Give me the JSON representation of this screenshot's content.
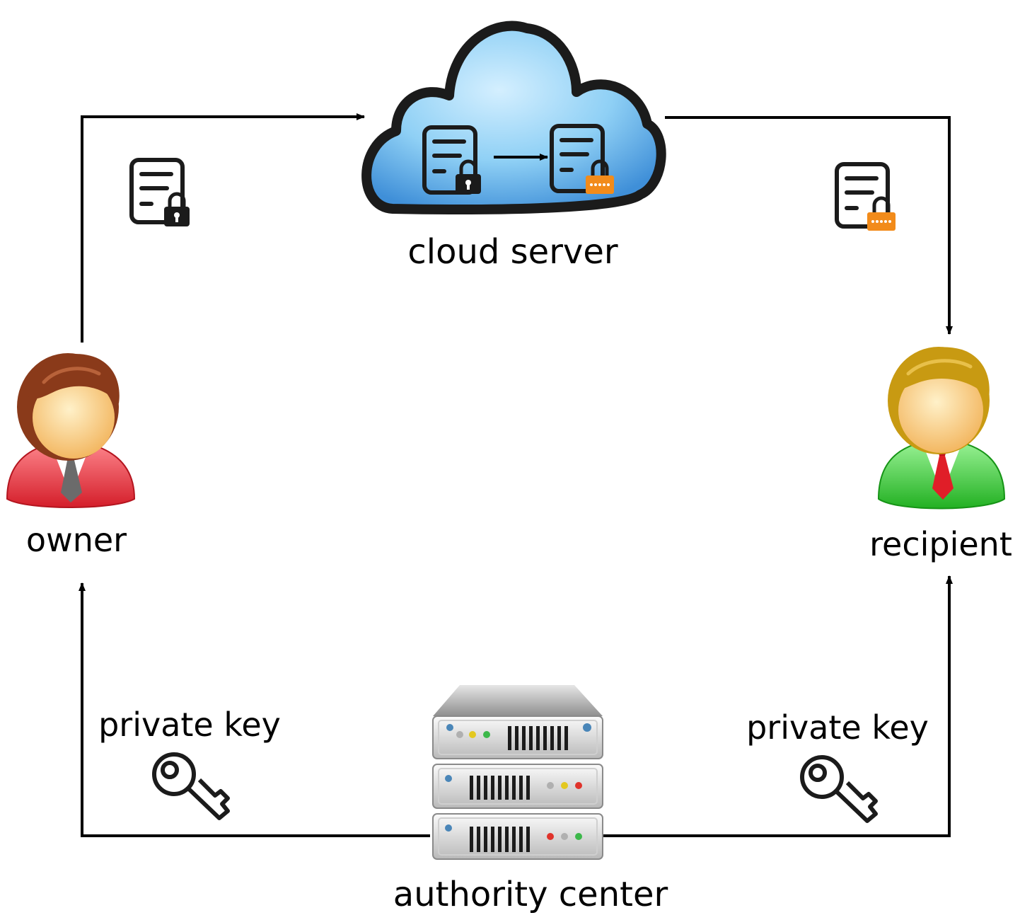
{
  "nodes": {
    "cloud": {
      "label": "cloud server",
      "icon": "cloud-icon"
    },
    "owner": {
      "label": "owner",
      "icon": "user-avatar-icon"
    },
    "recipient": {
      "label": "recipient",
      "icon": "user-avatar-icon"
    },
    "authority": {
      "label": "authority center",
      "icon": "server-rack-icon"
    }
  },
  "edges": {
    "owner_key": {
      "label": "private key",
      "icon": "key-icon"
    },
    "recipient_key": {
      "label": "private key",
      "icon": "key-icon"
    }
  },
  "colors": {
    "cloud_fill": "#8fd0f5",
    "cloud_outline": "#1b1b1b",
    "owner_suit": "#e23a44",
    "owner_hair": "#8a3a1a",
    "recipient_suit": "#3cc83c",
    "recipient_hair": "#c89a12",
    "skin": "#f7cf86",
    "padlock_orange": "#f28b1a",
    "line": "#000000"
  }
}
